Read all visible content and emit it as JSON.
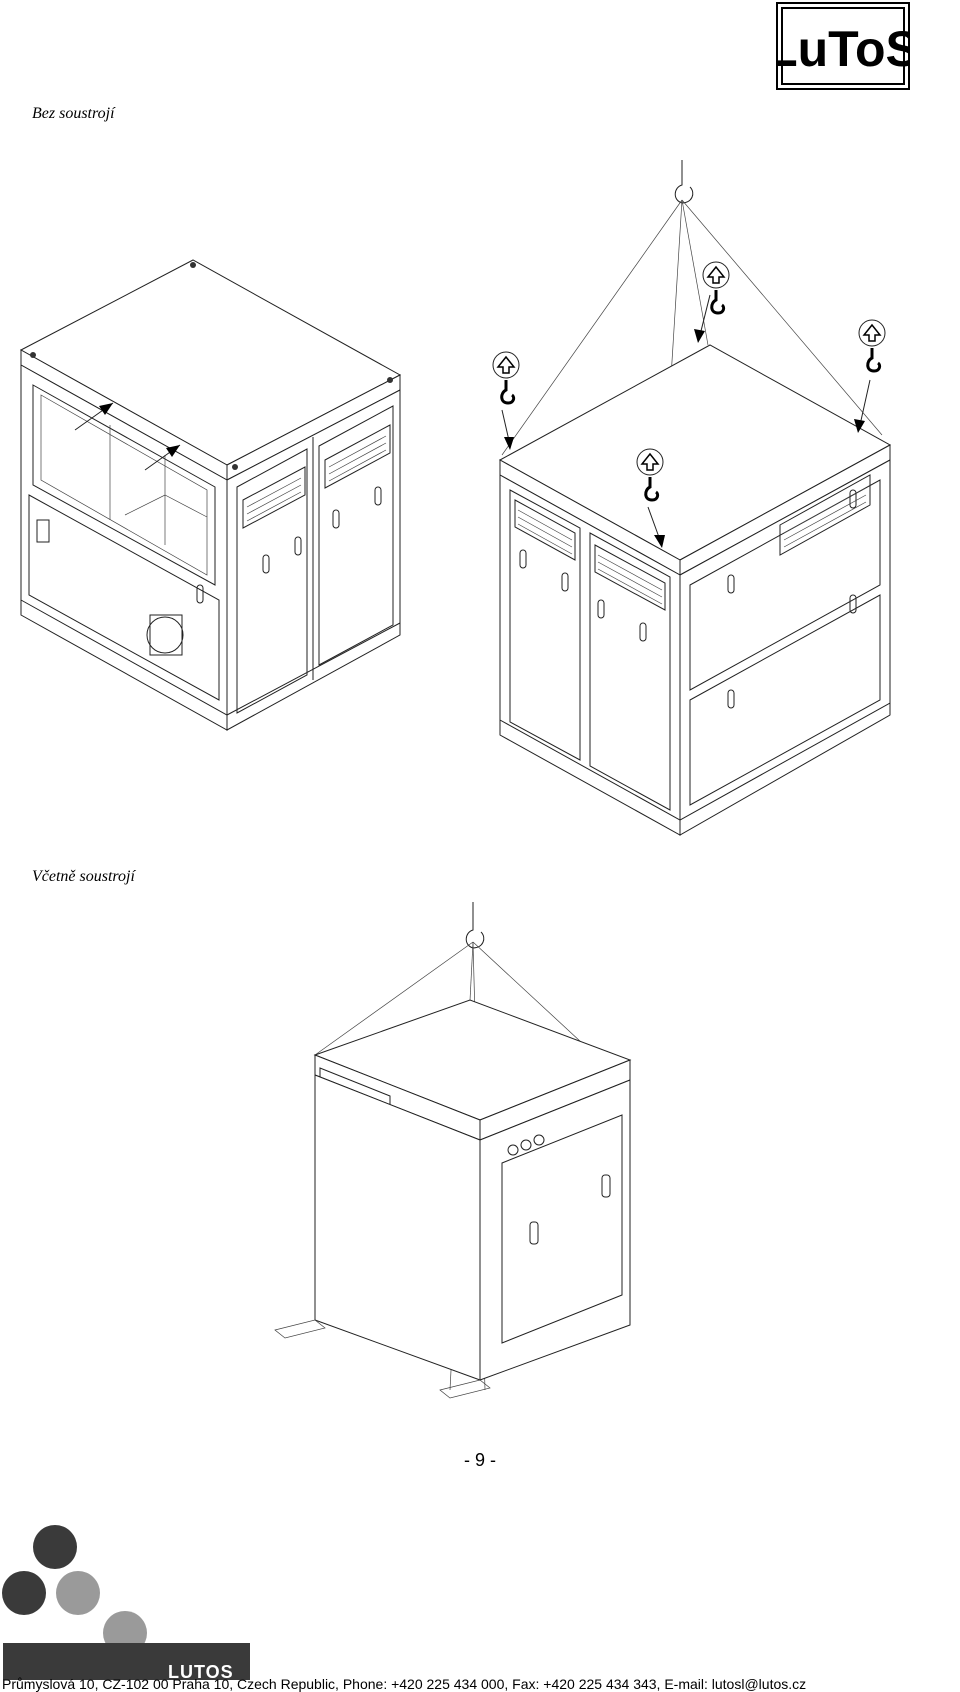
{
  "header": {
    "logo_text": "LuToS"
  },
  "sections": [
    {
      "caption": "Bez soustrojí"
    },
    {
      "caption": "Včetně soustrojí"
    }
  ],
  "page": {
    "number": "- 9 -"
  },
  "footer": {
    "brand": "LUTOS",
    "address": "Průmyslová 10, CZ-102 00 Praha 10, Czech Republic, Phone: +420 225 434 000, Fax: +420 225 434 343, E-mail: lutosl@lutos.cz",
    "dot_colors": [
      "#3a3a3a",
      "#3a3a3a",
      "#9a9a9a",
      "#9a9a9a"
    ],
    "bar_color": "#3a3a3a"
  }
}
